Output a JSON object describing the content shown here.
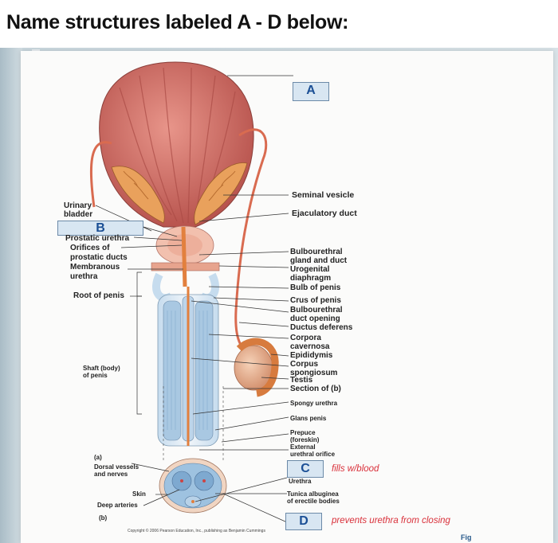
{
  "question": {
    "title": "Name structures labeled A - D below:"
  },
  "letters": {
    "a": "A",
    "b": "B",
    "c": "C",
    "d": "D"
  },
  "labels": {
    "seminal_vesicle": "Seminal vesicle",
    "ejaculatory_duct": "Ejaculatory duct",
    "urinary_bladder_1": "Urinary",
    "urinary_bladder_2": "bladder",
    "prostatic_urethra": "Prostatic urethra",
    "orifices_1": "Orifices of",
    "orifices_2": "prostatic ducts",
    "membranous_1": "Membranous",
    "membranous_2": "urethra",
    "root_of_penis": "Root of penis",
    "bulbourethral_gland_1": "Bulbourethral",
    "bulbourethral_gland_2": "gland and duct",
    "urogenital_1": "Urogenital",
    "urogenital_2": "diaphragm",
    "bulb_of_penis": "Bulb of penis",
    "crus_of_penis": "Crus of penis",
    "bulbourethral_opening_1": "Bulbourethral",
    "bulbourethral_opening_2": "duct opening",
    "ductus_deferens": "Ductus deferens",
    "corpora_cavernosa_1": "Corpora",
    "corpora_cavernosa_2": "cavernosa",
    "epididymis": "Epididymis",
    "corpus_spongiosum_1": "Corpus",
    "corpus_spongiosum_2": "spongiosum",
    "testis": "Testis",
    "section_of_b": "Section of (b)",
    "shaft_1": "Shaft (body)",
    "shaft_2": "of penis",
    "spongy_urethra": "Spongy urethra",
    "glans_penis": "Glans penis",
    "prepuce_1": "Prepuce",
    "prepuce_2": "(foreskin)",
    "external_orifice_1": "External",
    "external_orifice_2": "urethral orifice",
    "part_a": "(a)",
    "dorsal_vessels_1": "Dorsal vessels",
    "dorsal_vessels_2": "and nerves",
    "skin": "Skin",
    "urethra": "Urethra",
    "deep_arteries": "Deep arteries",
    "tunica_1": "Tunica albuginea",
    "tunica_2": "of erectile bodies",
    "part_b": "(b)",
    "copyright": "Copyright © 2006 Pearson Education, Inc., publishing as Benjamin Cummings",
    "figure_corner": "Fig"
  },
  "notes": {
    "c_note": "fills w/blood",
    "d_note": "prevents urethra from closing"
  },
  "colors": {
    "muscle": "#c9675f",
    "gland": "#e9a15c",
    "erectile": "#b9d3e8",
    "answer_box": "#d8e6f2",
    "note_red": "#d9303a"
  }
}
